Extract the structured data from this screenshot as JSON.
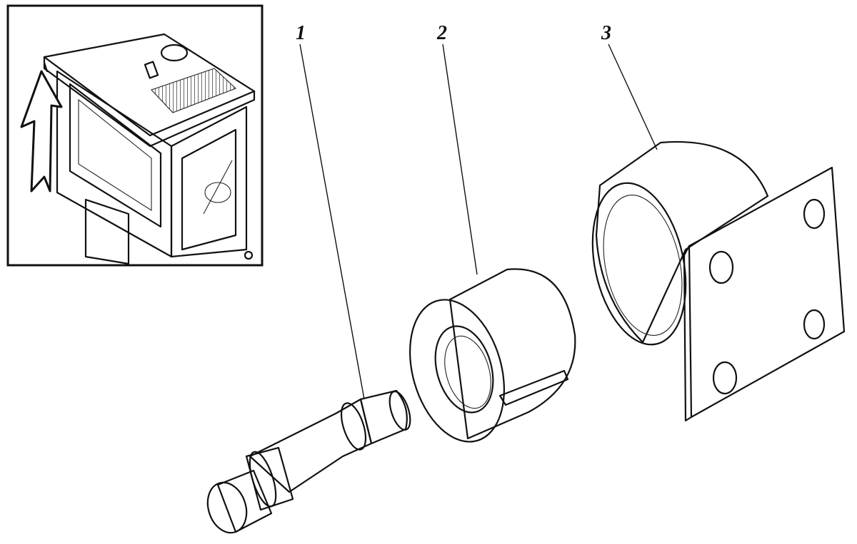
{
  "figure": {
    "parts": [
      {
        "id": "pin",
        "label": "1"
      },
      {
        "id": "rubber-bushing",
        "label": "2"
      },
      {
        "id": "flanged-bracket",
        "label": "3"
      }
    ],
    "inset": {
      "icons": [
        "cab-drawing",
        "up-arrow-icon"
      ]
    }
  }
}
